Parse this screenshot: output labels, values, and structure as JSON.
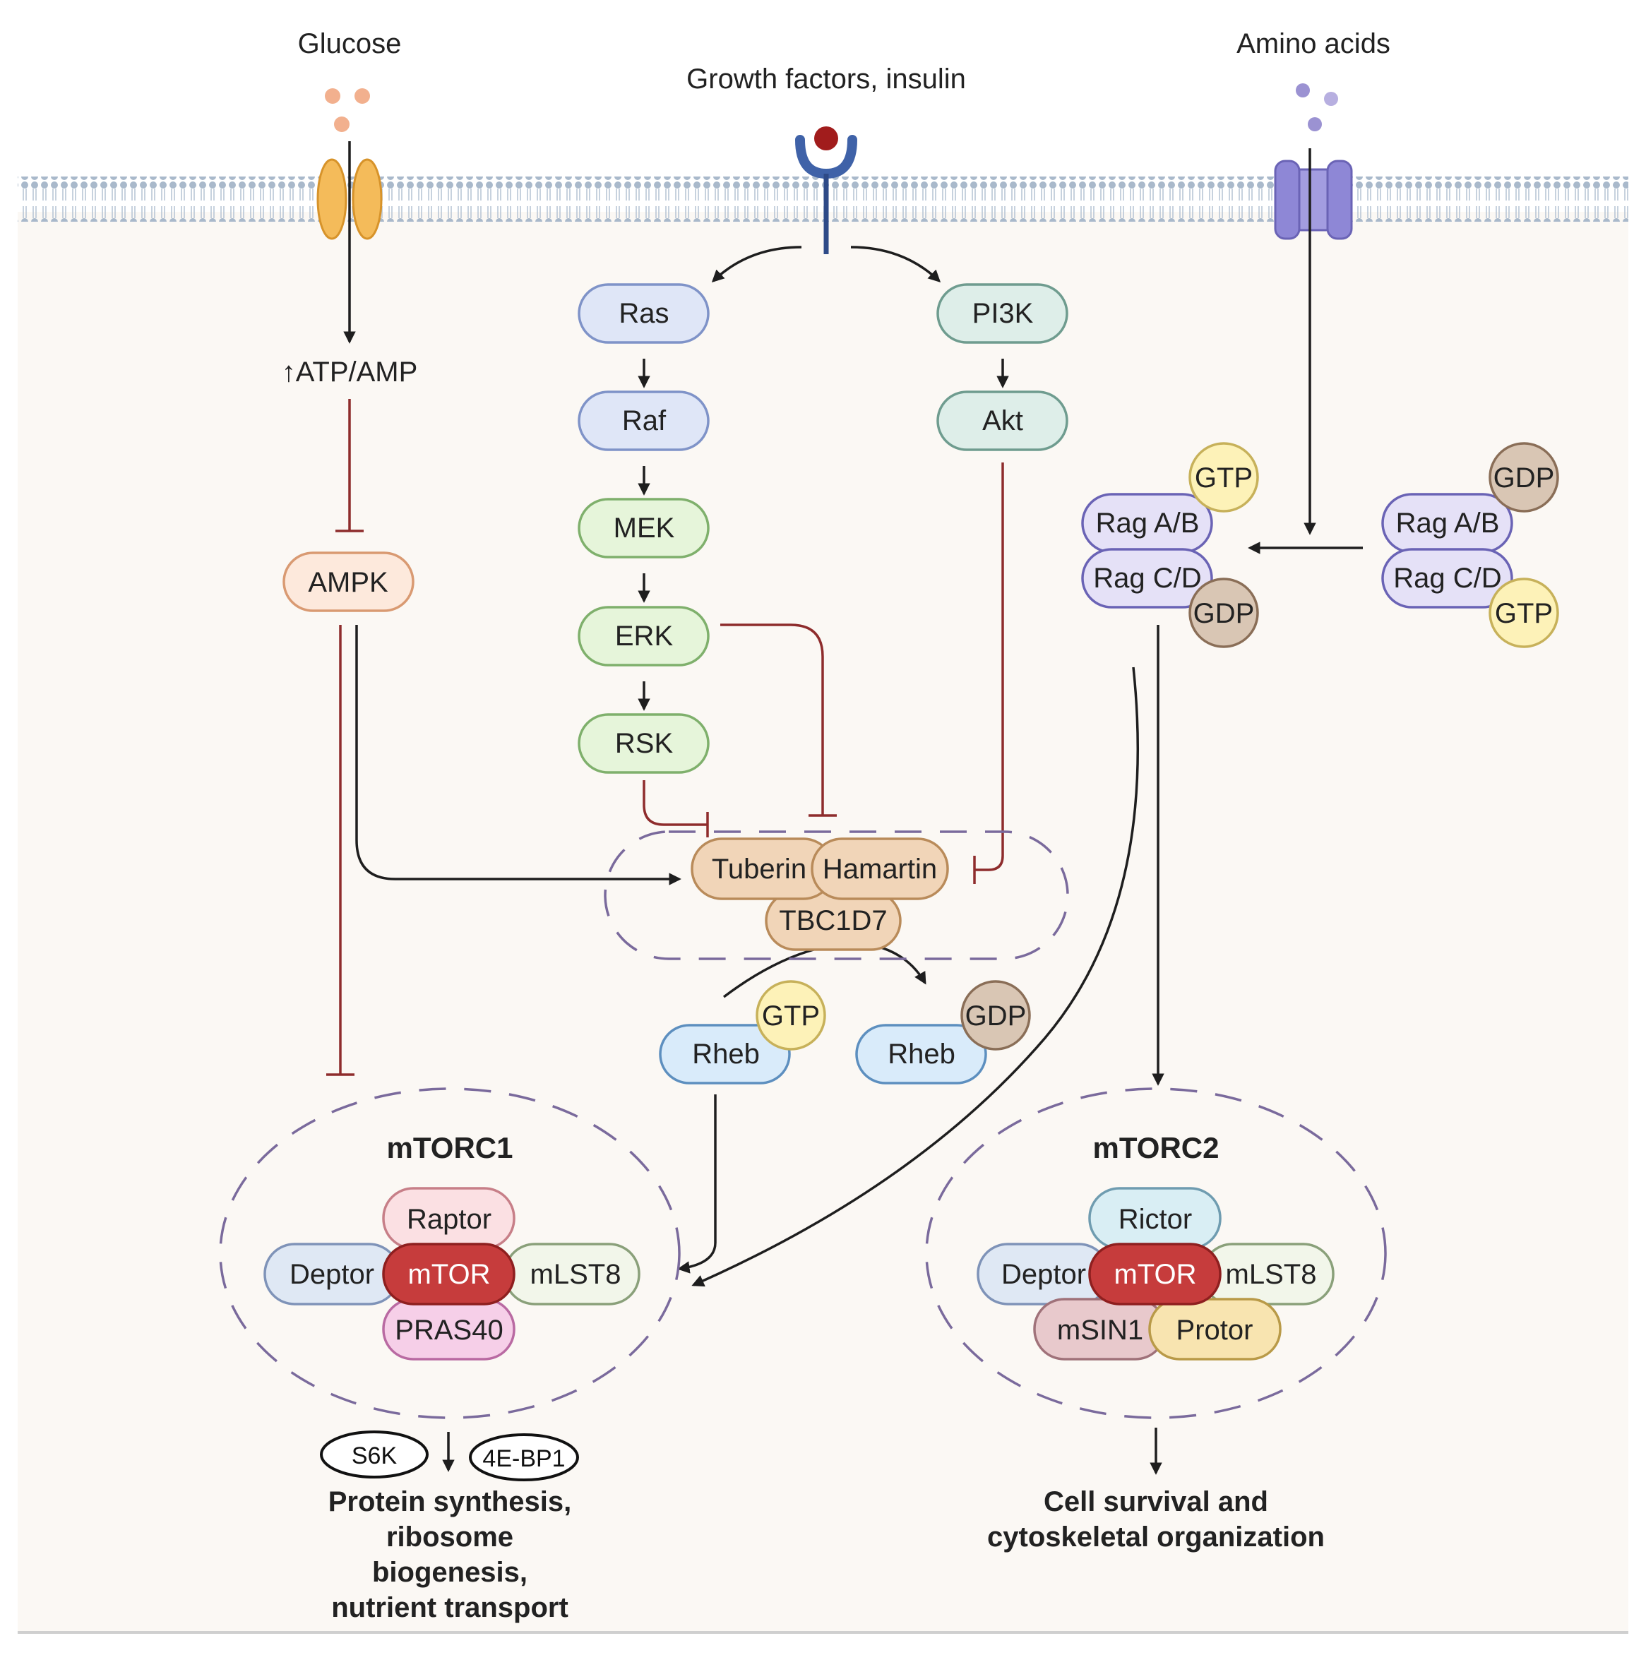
{
  "inputs": {
    "glucose": "Glucose",
    "growth_factors": "Growth factors, insulin",
    "amino_acids": "Amino acids"
  },
  "metabolite": {
    "atp_amp": "↑ATP/AMP"
  },
  "nodes": {
    "ras": "Ras",
    "raf": "Raf",
    "mek": "MEK",
    "erk": "ERK",
    "rsk": "RSK",
    "pi3k": "PI3K",
    "akt": "Akt",
    "ampk": "AMPK",
    "tuberin": "Tuberin",
    "hamartin": "Hamartin",
    "tbc1d7": "TBC1D7",
    "rheb_gtp": "Rheb",
    "rheb_gdp": "Rheb",
    "gtp": "GTP",
    "gdp": "GDP"
  },
  "rag_active": {
    "ab": "Rag A/B",
    "cd": "Rag C/D",
    "top": "GTP",
    "bottom": "GDP"
  },
  "rag_inactive": {
    "ab": "Rag A/B",
    "cd": "Rag C/D",
    "top": "GDP",
    "bottom": "GTP"
  },
  "mtorc1": {
    "title": "mTORC1",
    "raptor": "Raptor",
    "deptor": "Deptor",
    "mtor": "mTOR",
    "mlst8": "mLST8",
    "pras40": "PRAS40"
  },
  "mtorc2": {
    "title": "mTORC2",
    "rictor": "Rictor",
    "deptor": "Deptor",
    "mtor": "mTOR",
    "mlst8": "mLST8",
    "msin1": "mSIN1",
    "protor": "Protor"
  },
  "outputs": {
    "s6k": "S6K",
    "eif4ebp1": "4E-BP1",
    "mtorc1_out": [
      "Protein synthesis,",
      "ribosome",
      "biogenesis,",
      "nutrient transport"
    ],
    "mtorc2_out": [
      "Cell survival and",
      "cytoskeletal organization"
    ]
  },
  "colors": {
    "background": "#fbf8f4",
    "membrane": "#aebfd1",
    "activation_arrow": "#1e1e1e",
    "inhibition_line": "#8e2c2c",
    "complex_outline": "#7a6a9c",
    "mtor": "#c63c3c"
  }
}
